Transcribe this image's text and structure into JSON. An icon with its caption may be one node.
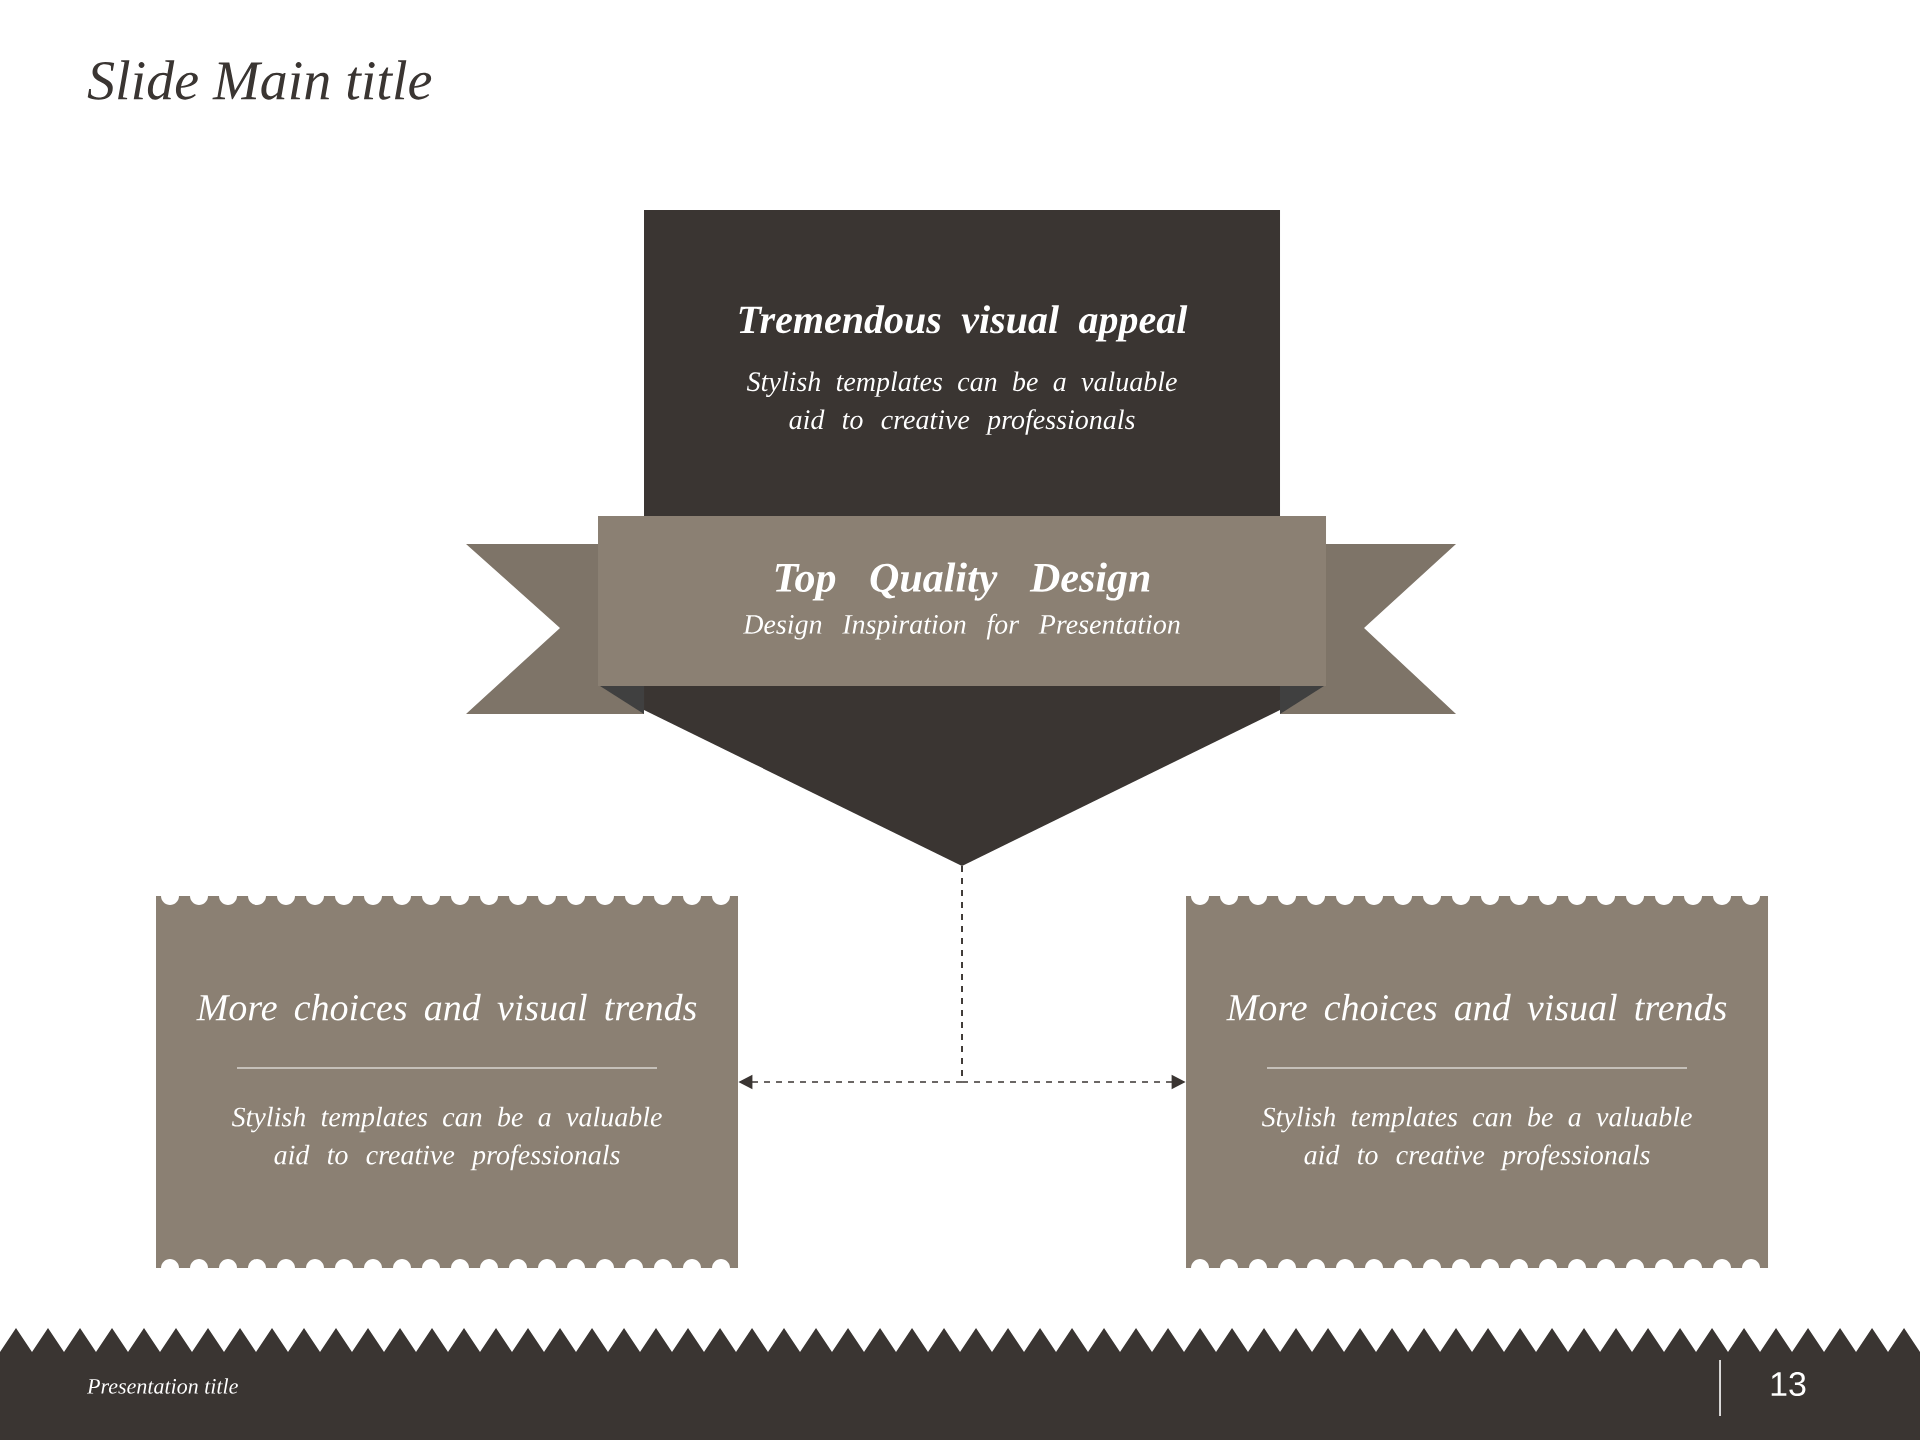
{
  "diagram": {
    "title": "Slide Main title",
    "nodes": [
      {
        "text": [
          "Tremendous visual appeal",
          "Stylish templates can be a valuable aid to creative professionals"
        ]
      },
      {
        "text": [
          "Top Quality Design",
          "Design Inspiration for Presentation"
        ]
      },
      {
        "text": [
          "More choices and visual trends",
          "Stylish templates can be a valuable aid to creative professionals"
        ]
      },
      {
        "text": [
          "More choices and visual trends",
          "Stylish templates can be a valuable aid to creative professionals"
        ]
      }
    ],
    "edges": [
      {
        "from": 0,
        "to": 2,
        "arrow": "to",
        "style": "dashed"
      },
      {
        "from": 0,
        "to": 3,
        "arrow": "to",
        "style": "dashed"
      }
    ],
    "labels": [
      "Presentation title",
      "13"
    ]
  }
}
